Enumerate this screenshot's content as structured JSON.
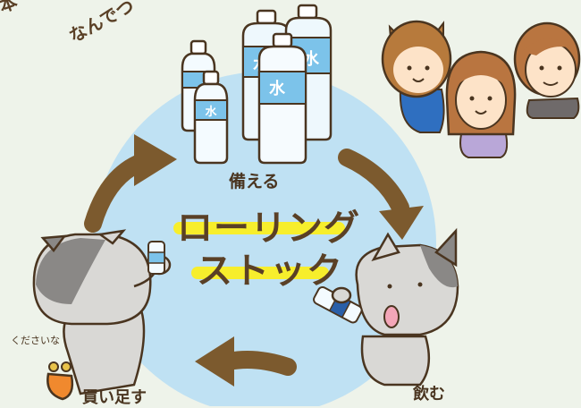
{
  "title": {
    "line1": "ローリング",
    "line2": "ストック"
  },
  "steps": {
    "store": "備える",
    "drink": "飲む",
    "rebuy": "買い足す"
  },
  "speech": "くださいな",
  "bottle_label": "水",
  "top_text_left": "本",
  "top_text_curved": "なんでつ",
  "colors": {
    "background": "#eef3ea",
    "circle": "#bfe1f3",
    "arrow": "#7c5a2e",
    "highlight": "#f7ee2c",
    "text": "#4a3520"
  }
}
